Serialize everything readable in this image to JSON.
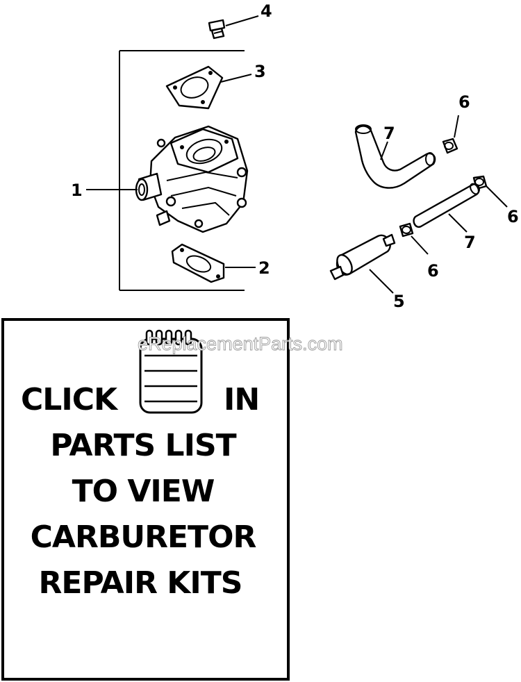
{
  "callouts": {
    "c1": "1",
    "c2": "2",
    "c3": "3",
    "c4": "4",
    "c5": "5",
    "c6a": "6",
    "c6b": "6",
    "c6c": "6",
    "c7a": "7",
    "c7b": "7"
  },
  "notice": {
    "line1_left": "CLICK",
    "line1_right": "IN",
    "line2": "PARTS LIST",
    "line3": "TO VIEW",
    "line4": "CARBURETOR",
    "line5": "REPAIR KITS"
  },
  "watermark": "eReplacementParts.com"
}
